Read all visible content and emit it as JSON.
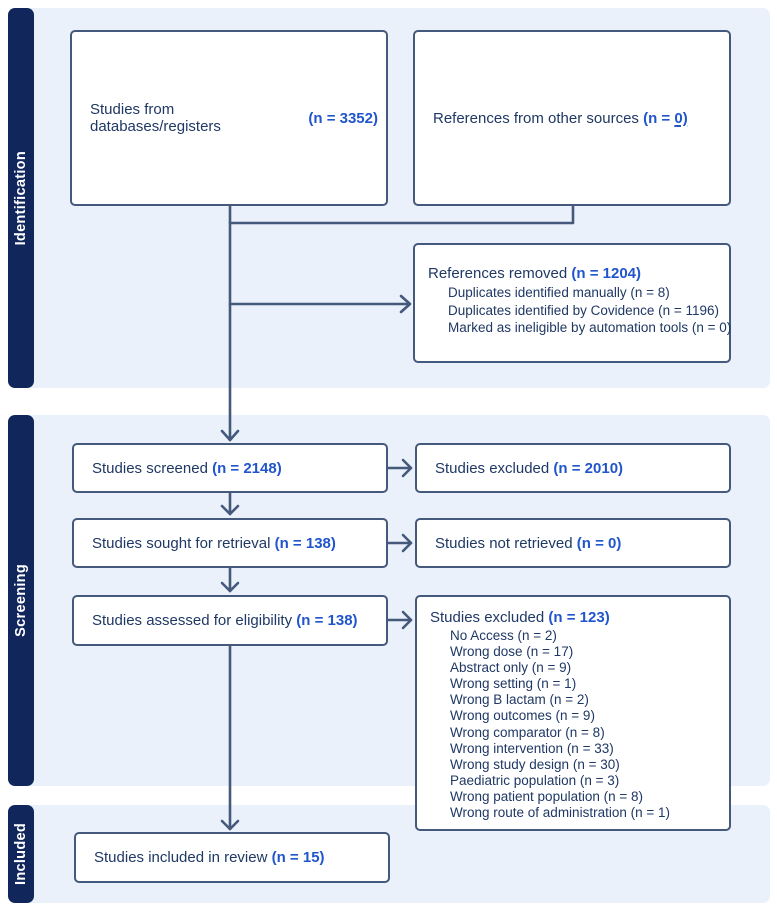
{
  "stages": [
    {
      "label": "Identification"
    },
    {
      "label": "Screening"
    },
    {
      "label": "Included"
    }
  ],
  "boxes": {
    "databases": {
      "text": "Studies from databases/registers",
      "n": "(n = 3352)"
    },
    "other_sources": {
      "text": "References from other sources",
      "n_prefix": "(n = ",
      "n_underlined": "0)"
    },
    "references_removed": {
      "title": "References removed",
      "n": "(n = 1204)",
      "items": [
        "Duplicates identified manually (n = 8)",
        "Duplicates identified by Covidence (n = 1196)",
        "Marked as ineligible by automation tools (n = 0)"
      ]
    },
    "screened": {
      "text": "Studies screened",
      "n": "(n = 2148)"
    },
    "excluded_screening": {
      "text": "Studies excluded",
      "n": "(n = 2010)"
    },
    "sought": {
      "text": "Studies sought for retrieval",
      "n": "(n = 138)"
    },
    "not_retrieved": {
      "text": "Studies not retrieved",
      "n": "(n = 0)"
    },
    "assessed": {
      "text": "Studies assessed for eligibility",
      "n": "(n = 138)"
    },
    "excluded_eligibility": {
      "title": "Studies excluded",
      "n": "(n = 123)",
      "items": [
        "No Access (n = 2)",
        "Wrong dose (n = 17)",
        "Abstract only (n = 9)",
        "Wrong setting (n = 1)",
        "Wrong B lactam (n = 2)",
        "Wrong outcomes (n = 9)",
        "Wrong comparator (n = 8)",
        "Wrong intervention (n = 33)",
        "Wrong study design (n = 30)",
        "Paediatric population (n = 3)",
        "Wrong patient population (n = 8)",
        "Wrong route of administration (n = 1)"
      ]
    },
    "included_review": {
      "text": "Studies included in review",
      "n": "(n = 15)"
    }
  },
  "colors": {
    "stage_bar_navy": "#11275c",
    "band_light_blue": "#eaf1fb",
    "box_border_slate": "#44597c",
    "text_navy": "#1f3864",
    "count_blue": "#2155cc"
  }
}
